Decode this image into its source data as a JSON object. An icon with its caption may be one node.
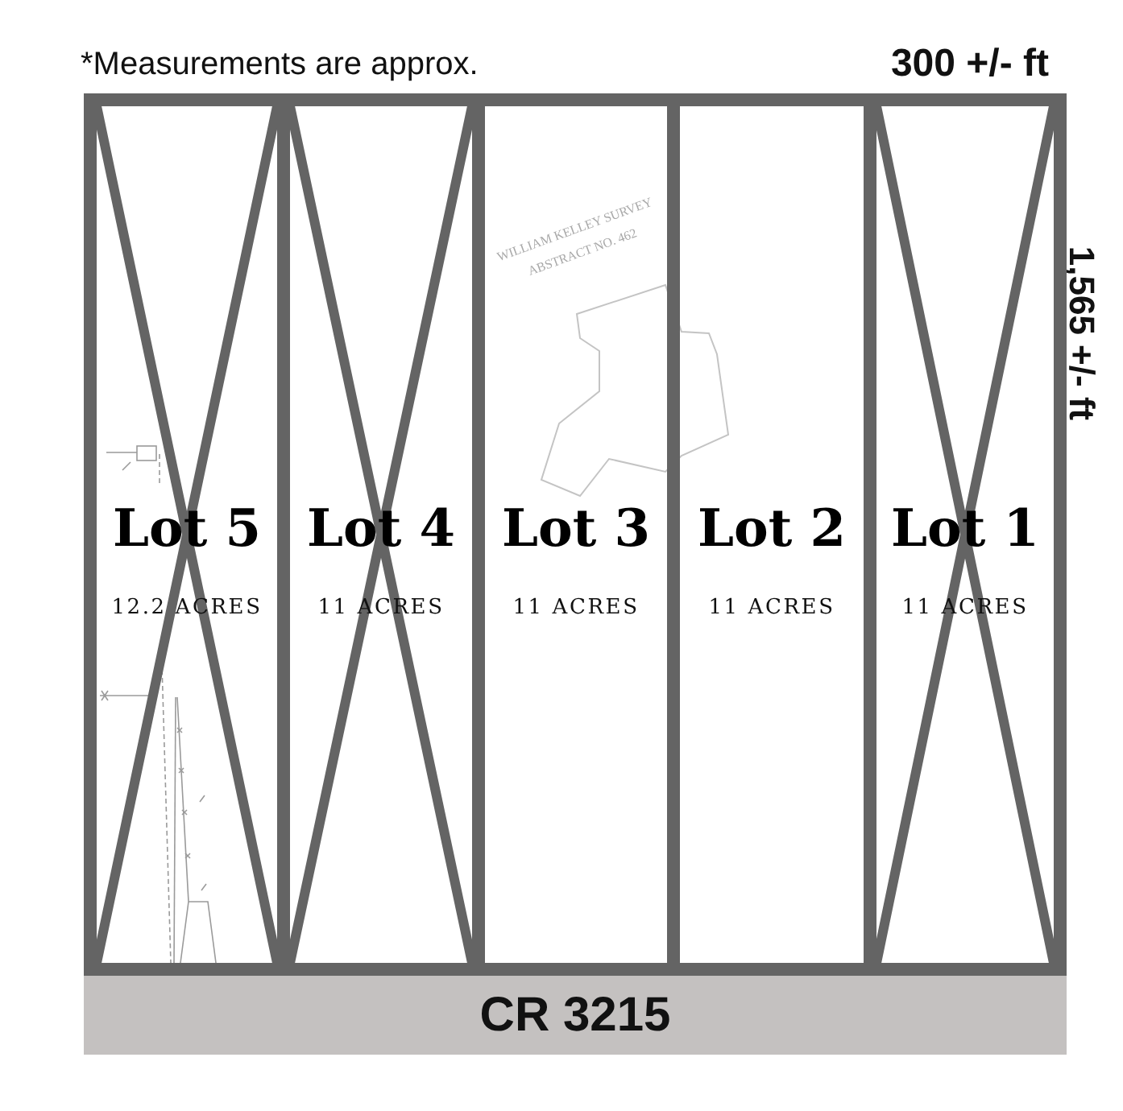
{
  "diagram": {
    "nodes": [
      {
        "text": [
          "Lot 5",
          "12.2 ACRES"
        ]
      },
      {
        "text": [
          "Lot 4",
          "11 ACRES"
        ]
      },
      {
        "text": [
          "Lot 3",
          "11 ACRES"
        ]
      },
      {
        "text": [
          "Lot 2",
          "11 ACRES"
        ]
      },
      {
        "text": [
          "Lot 1",
          "11 ACRES"
        ]
      },
      {
        "text": [
          "CR 3215"
        ]
      }
    ],
    "labels": [
      "*Measurements are approx.",
      "300 +/- ft",
      "1,565 +/- ft",
      "WILLIAM KELLEY SURVEY",
      "ABSTRACT NO. 462"
    ]
  }
}
